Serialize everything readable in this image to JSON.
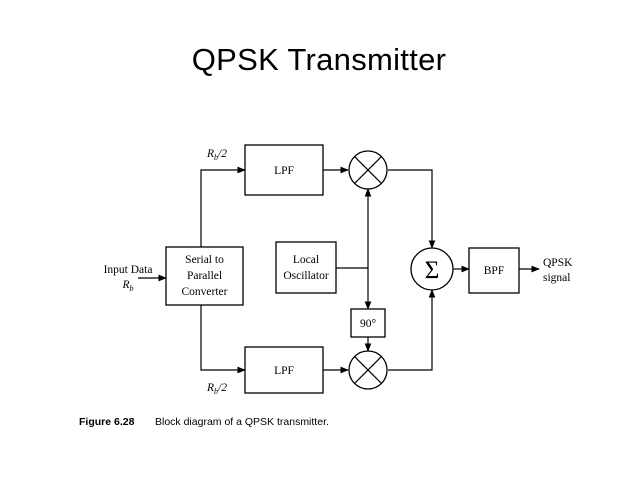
{
  "slide": {
    "title": "QPSK Transmitter"
  },
  "diagram": {
    "input": {
      "label_line1": "Input Data",
      "label_line2": "R",
      "label_line2_sub": "b"
    },
    "upper_rate": {
      "main": "R",
      "sub": "b",
      "suffix": "/2"
    },
    "lower_rate": {
      "main": "R",
      "sub": "b",
      "suffix": "/2"
    },
    "serial_to_parallel": {
      "line1": "Serial to",
      "line2": "Parallel",
      "line3": "Converter"
    },
    "lpf_upper": {
      "label": "LPF"
    },
    "lpf_lower": {
      "label": "LPF"
    },
    "local_oscillator": {
      "line1": "Local",
      "line2": "Oscillator"
    },
    "phase_shifter": {
      "label": "90°"
    },
    "summer": {
      "symbol": "Σ"
    },
    "bpf": {
      "label": "BPF"
    },
    "output": {
      "line1": "QPSK",
      "line2": "signal"
    }
  },
  "caption": {
    "figure_number": "Figure 6.28",
    "text": "Block diagram of a QPSK transmitter."
  }
}
